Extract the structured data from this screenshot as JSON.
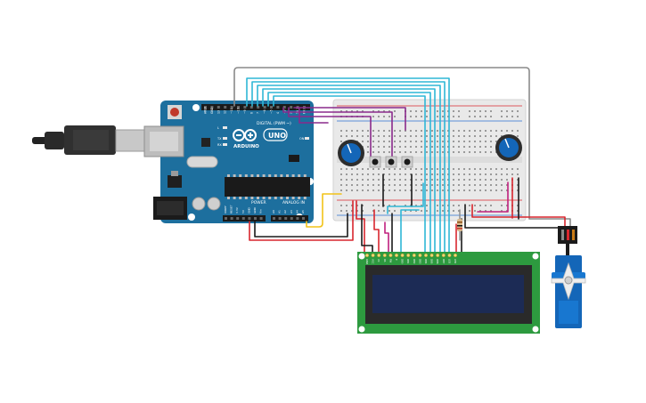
{
  "arduino": {
    "brand": "ARDUINO",
    "model": "UNO",
    "digital_label": "DIGITAL (PWM ~)",
    "power_label": "POWER",
    "analog_label": "ANALOG IN",
    "digital_pins": [
      "AREF",
      "GND",
      "13",
      "12",
      "~11",
      "~10",
      "~9",
      "8",
      "7",
      "~6",
      "~5",
      "4",
      "~3",
      "2",
      "TX 1",
      "RX 0"
    ],
    "power_pins": [
      "IOREF",
      "RESET",
      "3.3V",
      "5V",
      "GND",
      "GND",
      "Vin"
    ],
    "analog_pins": [
      "A0",
      "A1",
      "A2",
      "A3",
      "A4",
      "A5"
    ],
    "leds": [
      "L",
      "TX",
      "RX",
      "ON"
    ]
  },
  "lcd": {
    "pins": [
      "GND",
      "VCC",
      "V0",
      "RS",
      "RW",
      "E",
      "DB0",
      "DB1",
      "DB2",
      "DB3",
      "DB4",
      "DB5",
      "DB6",
      "DB7",
      "LED",
      "LED"
    ]
  },
  "colors": {
    "board": "#1d6f9e",
    "wire_red": "#d8262e",
    "wire_black": "#1a1a1a",
    "wire_cyan": "#2fb7d6",
    "wire_purple": "#8a2a8c",
    "wire_yellow": "#f2c318",
    "wire_gray": "#8a8a8a",
    "lcd_board": "#2d9a3f",
    "lcd_screen": "#1c2b55",
    "servo": "#1466b8"
  }
}
